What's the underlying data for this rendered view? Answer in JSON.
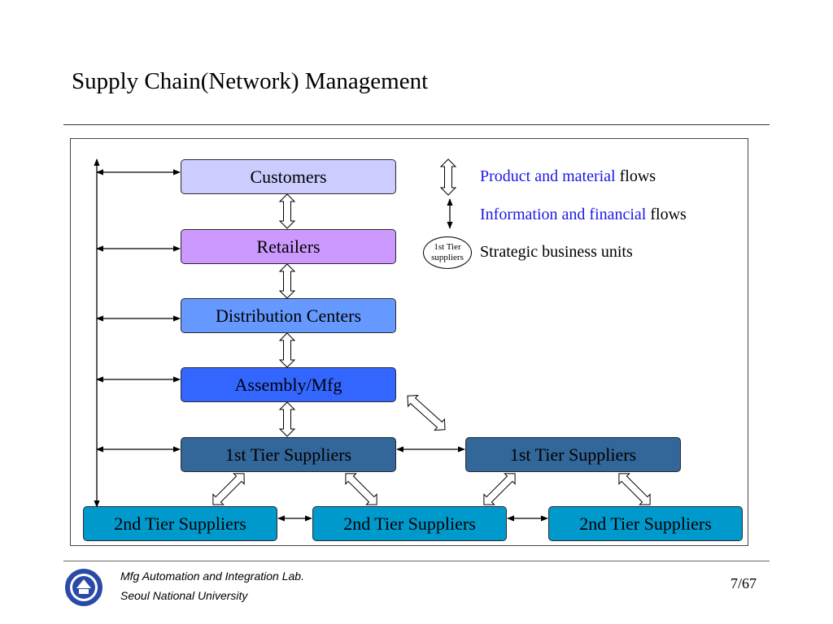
{
  "title": "Supply Chain(Network) Management",
  "nodes": {
    "customers": "Customers",
    "retailers": "Retailers",
    "distribution_centers": "Distribution Centers",
    "assembly_mfg": "Assembly/Mfg",
    "tier1_suppliers_a": "1st Tier Suppliers",
    "tier1_suppliers_b": "1st Tier Suppliers",
    "tier2_suppliers_a": "2nd Tier Suppliers",
    "tier2_suppliers_b": "2nd Tier Suppliers",
    "tier2_suppliers_c": "2nd Tier Suppliers"
  },
  "legend": {
    "product_colored": "Product and material",
    "product_plain": "flows",
    "info_colored": "Information and financial",
    "info_plain": "flows",
    "sbu_line1": "1st Tier",
    "sbu_line2": "suppliers",
    "sbu_text": "Strategic business units"
  },
  "colors": {
    "customers": "#ccccff",
    "retailers": "#cc99ff",
    "distribution_centers": "#6699ff",
    "assembly_mfg": "#3366ff",
    "tier1": "#336699",
    "tier2": "#0099cc",
    "legend_accent": "#1a1ae6"
  },
  "footer": {
    "lab": "Mfg Automation and Integration Lab.",
    "university": "Seoul National University",
    "page": "7/67"
  }
}
